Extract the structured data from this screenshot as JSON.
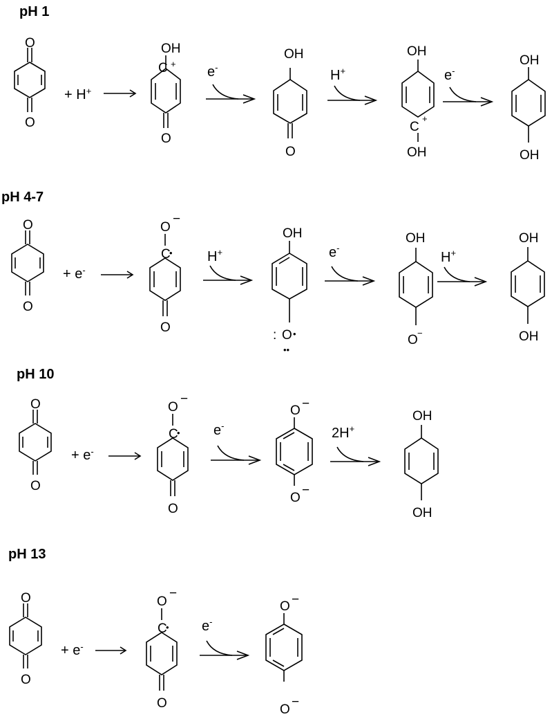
{
  "rows": [
    {
      "heading": "pH 1",
      "first_reagent": "+ H",
      "first_reagent_sup": "+",
      "steps": [
        {
          "label": "e",
          "sup": "-"
        },
        {
          "label": "H",
          "sup": "+"
        },
        {
          "label": "e",
          "sup": "-"
        }
      ]
    },
    {
      "heading": "pH 4-7",
      "first_reagent": "+ e",
      "first_reagent_sup": "-",
      "steps": [
        {
          "label": "H",
          "sup": "+"
        },
        {
          "label": "e",
          "sup": "-"
        },
        {
          "label": "H",
          "sup": "+"
        }
      ]
    },
    {
      "heading": "pH 10",
      "first_reagent": "+ e",
      "first_reagent_sup": "-",
      "steps": [
        {
          "label": "e",
          "sup": "-"
        },
        {
          "label": "2H",
          "sup": "+"
        }
      ]
    },
    {
      "heading": "pH 13",
      "first_reagent": "+ e",
      "first_reagent_sup": "-",
      "steps": [
        {
          "label": "e",
          "sup": "-"
        }
      ]
    }
  ],
  "atoms": {
    "O": "O",
    "OH": "OH",
    "C": "C",
    "plus": "+",
    "minus": "−",
    "colon": ":",
    "radical": "•",
    "pair": "••"
  }
}
